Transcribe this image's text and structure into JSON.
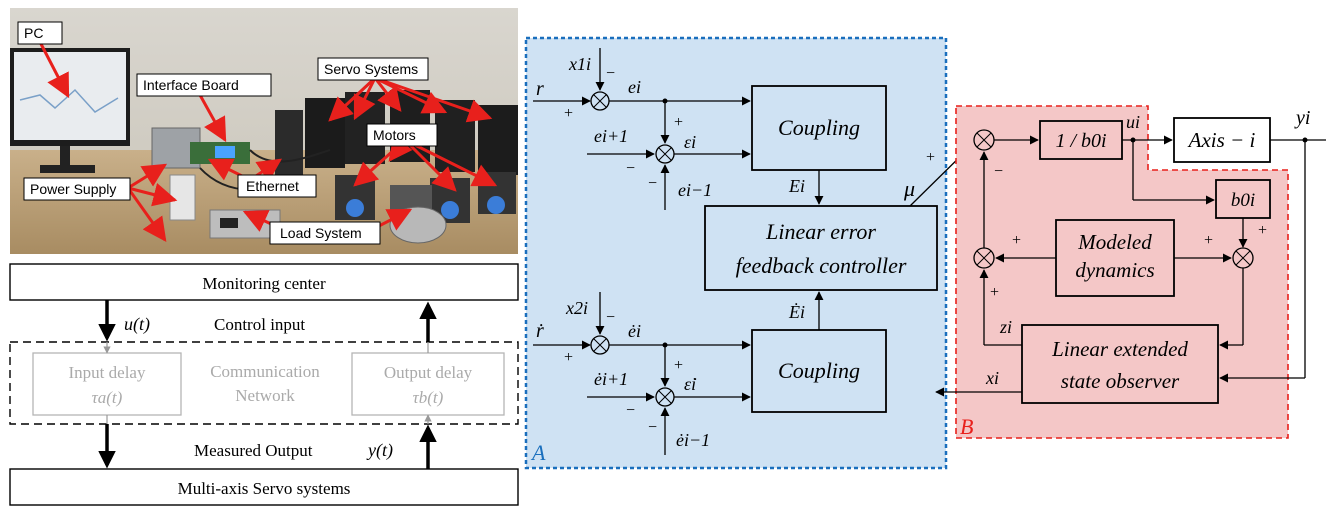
{
  "photo": {
    "callouts": {
      "pc": "PC",
      "interface_board": "Interface Board",
      "servo_systems": "Servo Systems",
      "motors": "Motors",
      "power_supply": "Power Supply",
      "ethernet": "Ethernet",
      "load_system": "Load System"
    }
  },
  "network": {
    "monitoring_center": "Monitoring center",
    "u_t": "u(t)",
    "control_input": "Control input",
    "input_delay": "Input delay",
    "tau_a": "τa(t)",
    "communication": "Communication",
    "network": "Network",
    "output_delay": "Output delay",
    "tau_b": "τb(t)",
    "measured_output": "Measured Output",
    "y_t": "y(t)",
    "servo_systems": "Multi-axis Servo systems"
  },
  "panel_a": {
    "label": "A",
    "r": "r",
    "r_dot": "ṙ",
    "x1i": "x1i",
    "x2i": "x2i",
    "ei": "ei",
    "ei1": "ei+1",
    "eim1": "ei−1",
    "eps": "εi",
    "ei_dot": "ėi",
    "ei1_dot": "ėi+1",
    "eim1_dot": "ėi−1",
    "eps_dot": "ε̇i",
    "Ei": "Ei",
    "Ei_dot": "Ėi",
    "coupling": "Coupling",
    "lef_line1": "Linear error",
    "lef_line2": "feedback controller",
    "mu": "μ",
    "plus": "+",
    "minus": "−"
  },
  "panel_b": {
    "label": "B",
    "inv_b0": "1 / b0i",
    "ui": "ui",
    "axis": "Axis − i",
    "yi": "yi",
    "b0i": "b0i",
    "modeled_line1": "Modeled",
    "modeled_line2": "dynamics",
    "zi": "zi",
    "xi": "xi",
    "leso_line1": "Linear extended",
    "leso_line2": "state observer"
  }
}
